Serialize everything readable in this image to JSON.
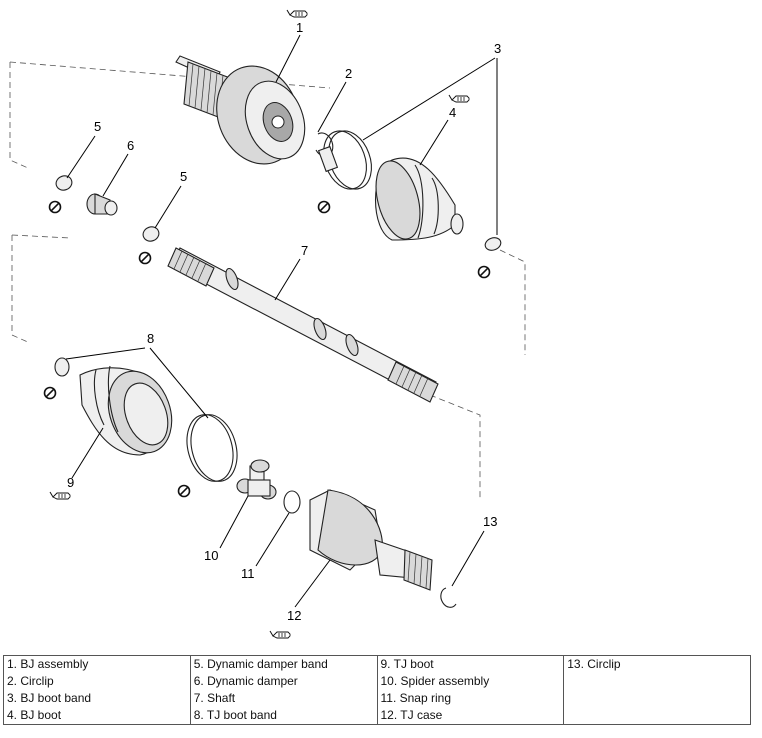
{
  "callouts": {
    "c1": "1",
    "c2": "2",
    "c3": "3",
    "c4": "4",
    "c5a": "5",
    "c5b": "5",
    "c6": "6",
    "c7": "7",
    "c8": "8",
    "c9": "9",
    "c10": "10",
    "c11": "11",
    "c12": "12",
    "c13": "13"
  },
  "legend": {
    "col1": [
      "1. BJ assembly",
      "2. Circlip",
      "3. BJ boot band",
      "4. BJ boot"
    ],
    "col2": [
      "5. Dynamic damper band",
      "6. Dynamic damper",
      "7. Shaft",
      "8. TJ boot band"
    ],
    "col3": [
      "9. TJ boot",
      "10. Spider assembly",
      "11. Snap ring",
      "12. TJ case"
    ],
    "col4": [
      "13. Circlip"
    ]
  },
  "icons": {
    "grease": "grease-tube-icon",
    "no_reuse": "do-not-reuse-icon"
  }
}
